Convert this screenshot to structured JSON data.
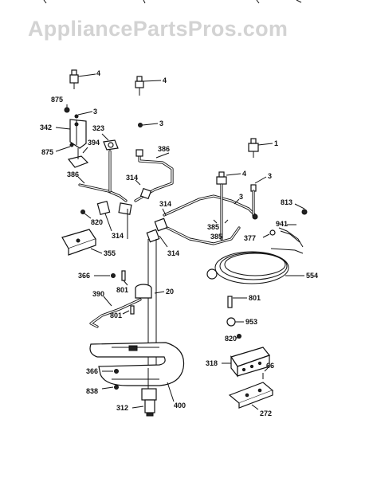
{
  "watermark": "AppliancePartsPros.com",
  "callouts": {
    "c4a": "4",
    "c4b": "4",
    "c4c": "4",
    "c875a": "875",
    "c3a": "3",
    "c342": "342",
    "c323": "323",
    "c3b": "3",
    "c875b": "875",
    "c394": "394",
    "c386a": "386",
    "c386b": "386",
    "c1": "1",
    "c3c": "3",
    "c314a": "314",
    "c314b": "314",
    "c314c": "314",
    "c314d": "314",
    "c820a": "820",
    "c3d": "3",
    "c813": "813",
    "c941": "941",
    "c385a": "385",
    "c385b": "385",
    "c377": "377",
    "c355": "355",
    "c366a": "366",
    "c801a": "801",
    "c20": "20",
    "c554": "554",
    "c390": "390",
    "c801b": "801",
    "c801c": "801",
    "c953": "953",
    "c820b": "820",
    "c318": "318",
    "c66": "66",
    "c366b": "366",
    "c838": "838",
    "c400": "400",
    "c312": "312",
    "c272": "272"
  }
}
